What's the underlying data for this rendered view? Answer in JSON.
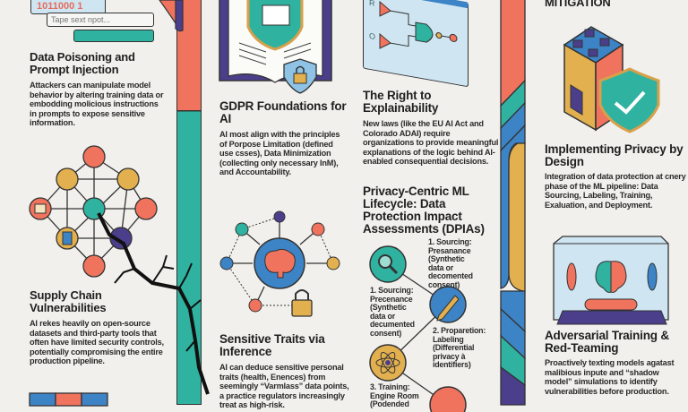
{
  "colors": {
    "coral": "#f0735e",
    "teal": "#2fb3a0",
    "blue": "#3d84c6",
    "gold": "#e2b04f",
    "purple": "#4b3f8c",
    "background": "#f1f0ec"
  },
  "col1": {
    "binary_text": "1011000 1",
    "input_placeholder": "Tape sext npot...",
    "poisoning": {
      "title": "Data Poisoning and Prompt Injection",
      "body": "Attackers can manipulate model behavior by altering training data or embodding molicious instructions in prompts to expose sensitive information."
    },
    "supply": {
      "title": "Supply Chain Vulnerabilities",
      "body": "AI rekes heavily on open-source datasets and third-party tools that often have limited security controls, potentially compromising the entire production pipeline."
    }
  },
  "col2": {
    "gdpr": {
      "title": "GDPR Foundations for AI",
      "body": "AI most align with the principles of Porpose Limitation (defined use csses), Data Minimization (collecting only necessary InM), and Accountability."
    },
    "traits": {
      "title": "Sensitive Traits via Inference",
      "body": "AI can deduce sensitive personal traits (health, Enences) from seemingly “Varmlass” data points, a practice regulators increasingly treat as high-risk."
    }
  },
  "col3": {
    "circuit_labels": [
      "R",
      "O"
    ],
    "explain": {
      "title": "The Right to Explainability",
      "body": "New laws (like the EU AI Act and Colorado ADAI) require organizations to provide meaningful explanations of the logic behind AI-enabled consequential decisions."
    },
    "lifecycle": {
      "title": "Privacy-Centric ML Lifecycle: Data Protection Impact Assessments (DPIAs)",
      "steps": [
        {
          "label": "1. Sourcing: Presanance (Synthetic data or decomented consent)",
          "icon": "magnifier-icon"
        },
        {
          "label": "1. Sourcing: Precenance (Synthetic data or decumented consent)",
          "icon": "pencil-icon"
        },
        {
          "label": "2. Proparetion: Labeling (Differential privacy à identifiers)",
          "icon": "atom-icon"
        },
        {
          "label": "3. Training: Engine Room (Podended",
          "icon": "chat-icon"
        }
      ]
    }
  },
  "col4": {
    "section": "MITIGATION",
    "design": {
      "title": "Implementing Privacy by Design",
      "body": "Integration of data protection at cnery phase of the ML pipeline: Data Sourcing, Labeling, Training, Exaluation, and Deployment."
    },
    "adversarial": {
      "title": "Adversarial Training & Red-Teaming",
      "body": "Proactively texting models agatast malibious inpute and “shadow model” simulations to identify vulnerabilities before production."
    }
  }
}
